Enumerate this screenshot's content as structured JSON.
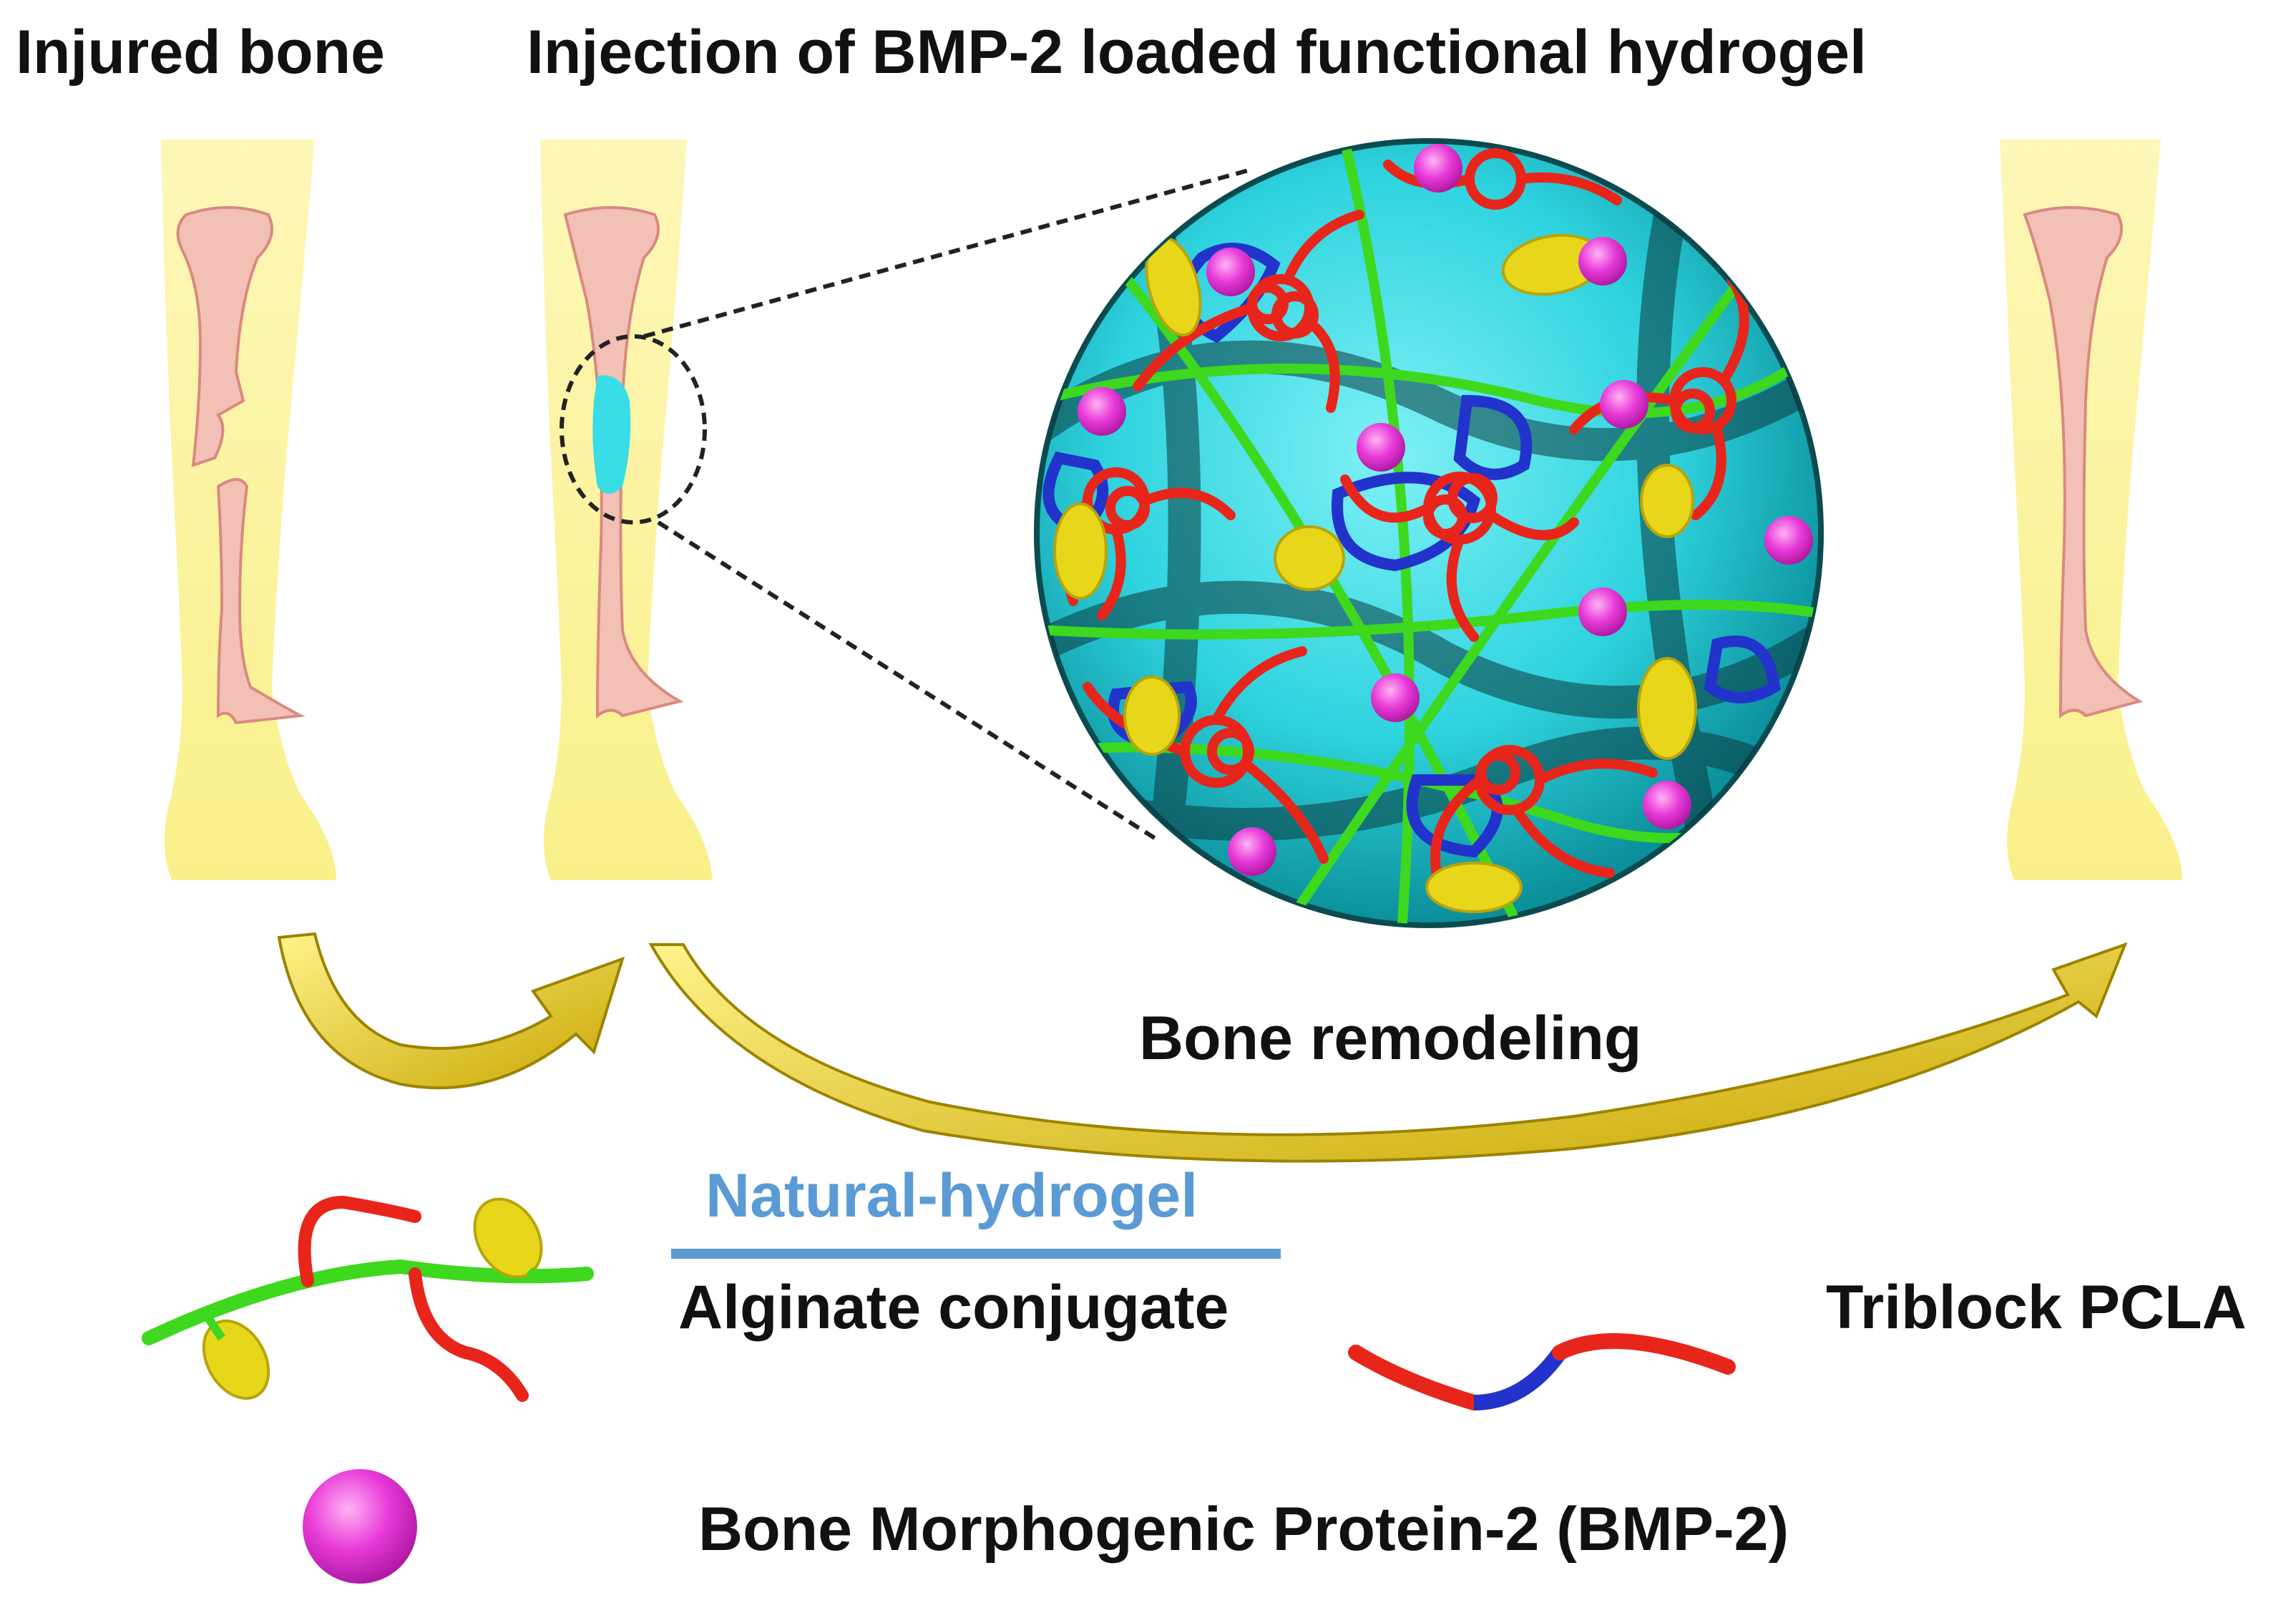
{
  "labels": {
    "injured_bone": "Injured bone",
    "injection": "Injection of BMP-2 loaded functional hydrogel",
    "bone_remodeling": "Bone remodeling",
    "natural_hydrogel": "Natural-hydrogel",
    "alginate_conjugate": "Alginate conjugate",
    "triblock_pcla": "Triblock PCLA",
    "bmp2": "Bone Morphogenic Protein-2 (BMP-2)"
  },
  "colors": {
    "leg": "#fbf39a",
    "bone": "#f3c0b6",
    "bone_edge": "#d98a80",
    "hydrogel": "#38dde6",
    "alginate": "#3ed81e",
    "pcla_red": "#e8251b",
    "pcla_blue": "#2233cc",
    "yellow_moiety": "#e8d61a",
    "bmp": "#e63ad6",
    "arrow": "#e0c40a",
    "divider": "#5b9bd5"
  },
  "icons": [
    "curved-arrow-icon",
    "bmp-sphere-icon",
    "alginate-conjugate-icon",
    "triblock-pcla-icon"
  ]
}
